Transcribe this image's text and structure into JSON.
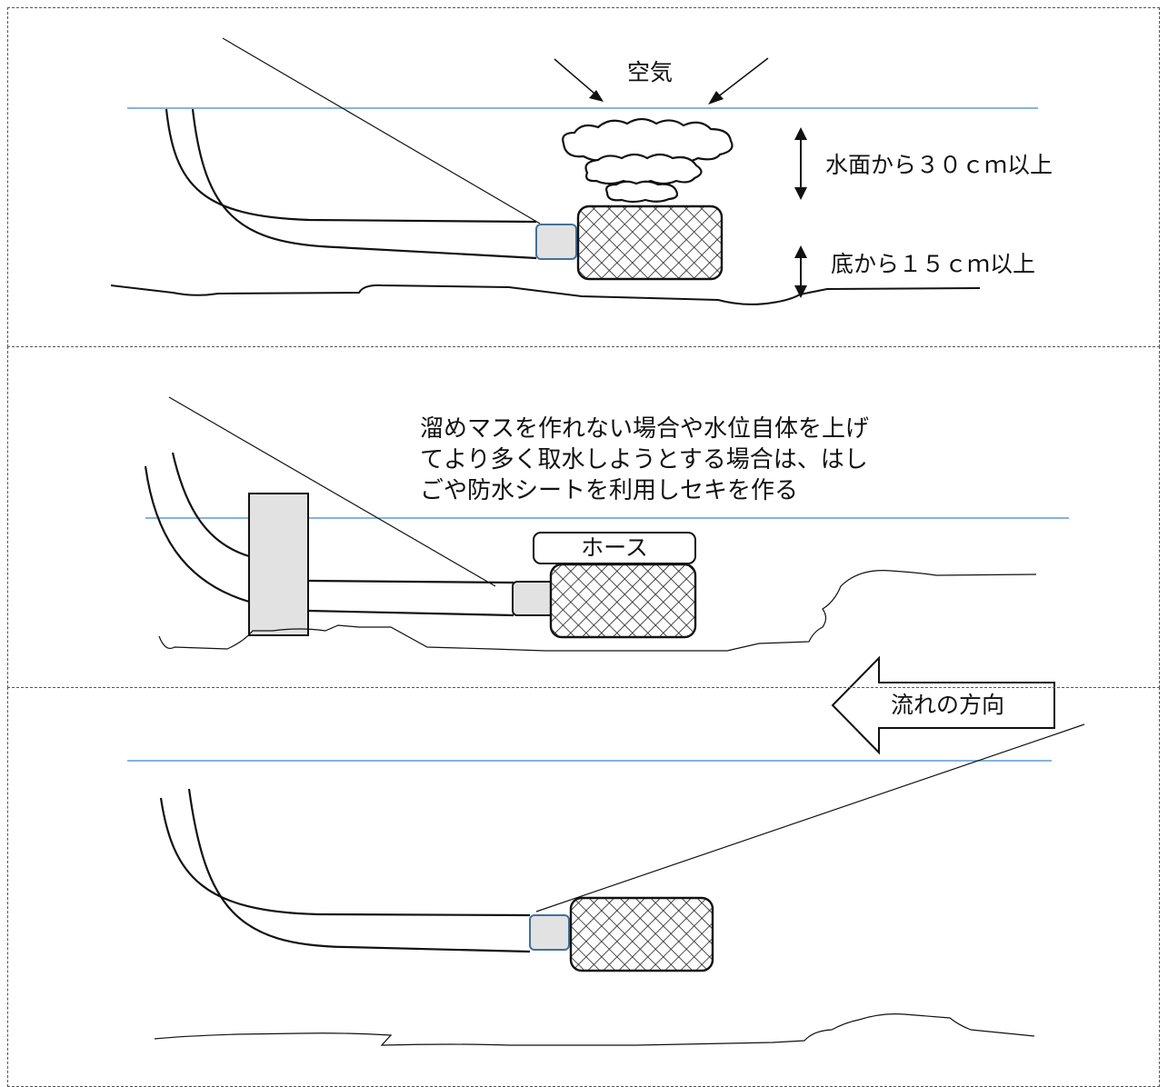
{
  "panel_top": {
    "air_label": "空気",
    "surface_clearance_label": "水面から３０ｃｍ以上",
    "bottom_clearance_label": "底から１５ｃｍ以上"
  },
  "panel_middle": {
    "note_lines": [
      "溜めマスを作れない場合や水位自体を上げ",
      "てより多く取水しようとする場合は、はし",
      "ごや防水シートを利用しセキを作る"
    ],
    "hose_label": "ホース"
  },
  "panel_bottom": {
    "flow_direction_label": "流れの方向"
  },
  "colors": {
    "water_line": "#5b9bd5",
    "coupler_stroke": "#41719c",
    "fill_gray": "#e2e2e2"
  }
}
